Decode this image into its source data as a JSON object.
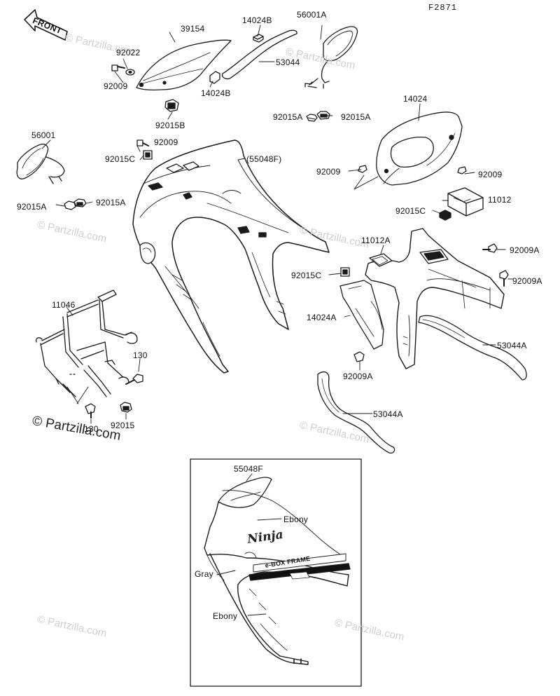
{
  "diagram_code": "F2871",
  "front_arrow": "FRONT",
  "watermark": "© Partzilla.com",
  "parts": {
    "p39154": "39154",
    "p14024B_top": "14024B",
    "p56001A": "56001A",
    "p92022": "92022",
    "p53044": "53044",
    "p92009_a": "92009",
    "p14024B_mid": "14024B",
    "p92015B": "92015B",
    "p92015A_l": "92015A",
    "p92015A_r": "92015A",
    "p14024": "14024",
    "p56001": "56001",
    "p92009_b": "92009",
    "p92015C_a": "92015C",
    "p55048F_paren": "(55048F)",
    "p92009_c": "92009",
    "p92009_d": "92009",
    "p11012": "11012",
    "p92015A_ml": "92015A",
    "p92015A_mr": "92015A",
    "p92015C_b": "92015C",
    "p11012A": "11012A",
    "p92009A_a": "92009A",
    "p92015C_c": "92015C",
    "p92009A_b": "92009A",
    "p14024A": "14024A",
    "p11046": "11046",
    "p53044A_r": "53044A",
    "p130_a": "130",
    "p92009A_c": "92009A",
    "p53044A_b": "53044A",
    "p130_b": "130",
    "p92015": "92015",
    "p55048F": "55048F",
    "ebony_top": "Ebony",
    "gray": "Gray",
    "ebony_bottom": "Ebony"
  },
  "decal": {
    "ninja": "Ninja",
    "eframe": "e-BOX FRAME"
  }
}
